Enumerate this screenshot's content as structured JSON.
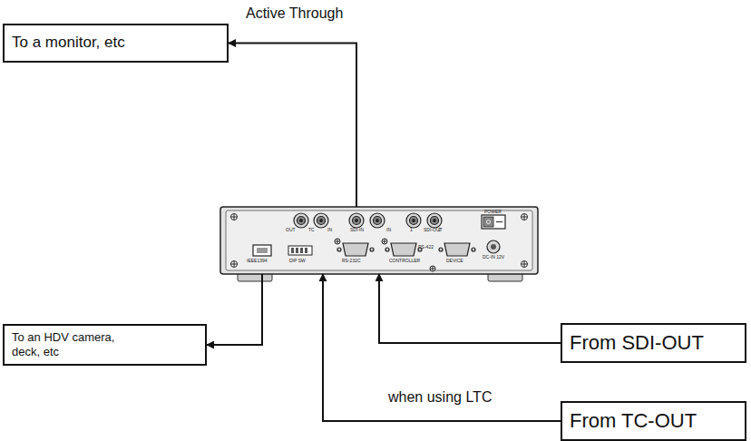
{
  "diagram": {
    "nodes": [
      {
        "text": [
          "To a monitor, etc"
        ]
      },
      {
        "text": [
          "OUT",
          "TC",
          "IN",
          "SDI-IN",
          "IN",
          "1",
          "SDI-OUT",
          "2",
          "POWER",
          "IEEE1394",
          "DIP SW",
          "RS-232C",
          "CONTROLLER",
          "RS-422",
          "DEVICE",
          "DC-IN 12V"
        ]
      },
      {
        "text": [
          "To an HDV camera, deck, etc"
        ]
      },
      {
        "text": [
          "From SDI-OUT"
        ]
      },
      {
        "text": [
          "From  TC-OUT"
        ]
      }
    ],
    "edges": [
      {
        "from": 1,
        "to": 0,
        "label": "Active Through",
        "arrow": "to"
      },
      {
        "from": 1,
        "to": 2,
        "arrow": "to"
      },
      {
        "from": 3,
        "to": 1,
        "arrow": "to"
      },
      {
        "from": 4,
        "to": 1,
        "label": "when using LTC",
        "arrow": "to"
      }
    ]
  }
}
